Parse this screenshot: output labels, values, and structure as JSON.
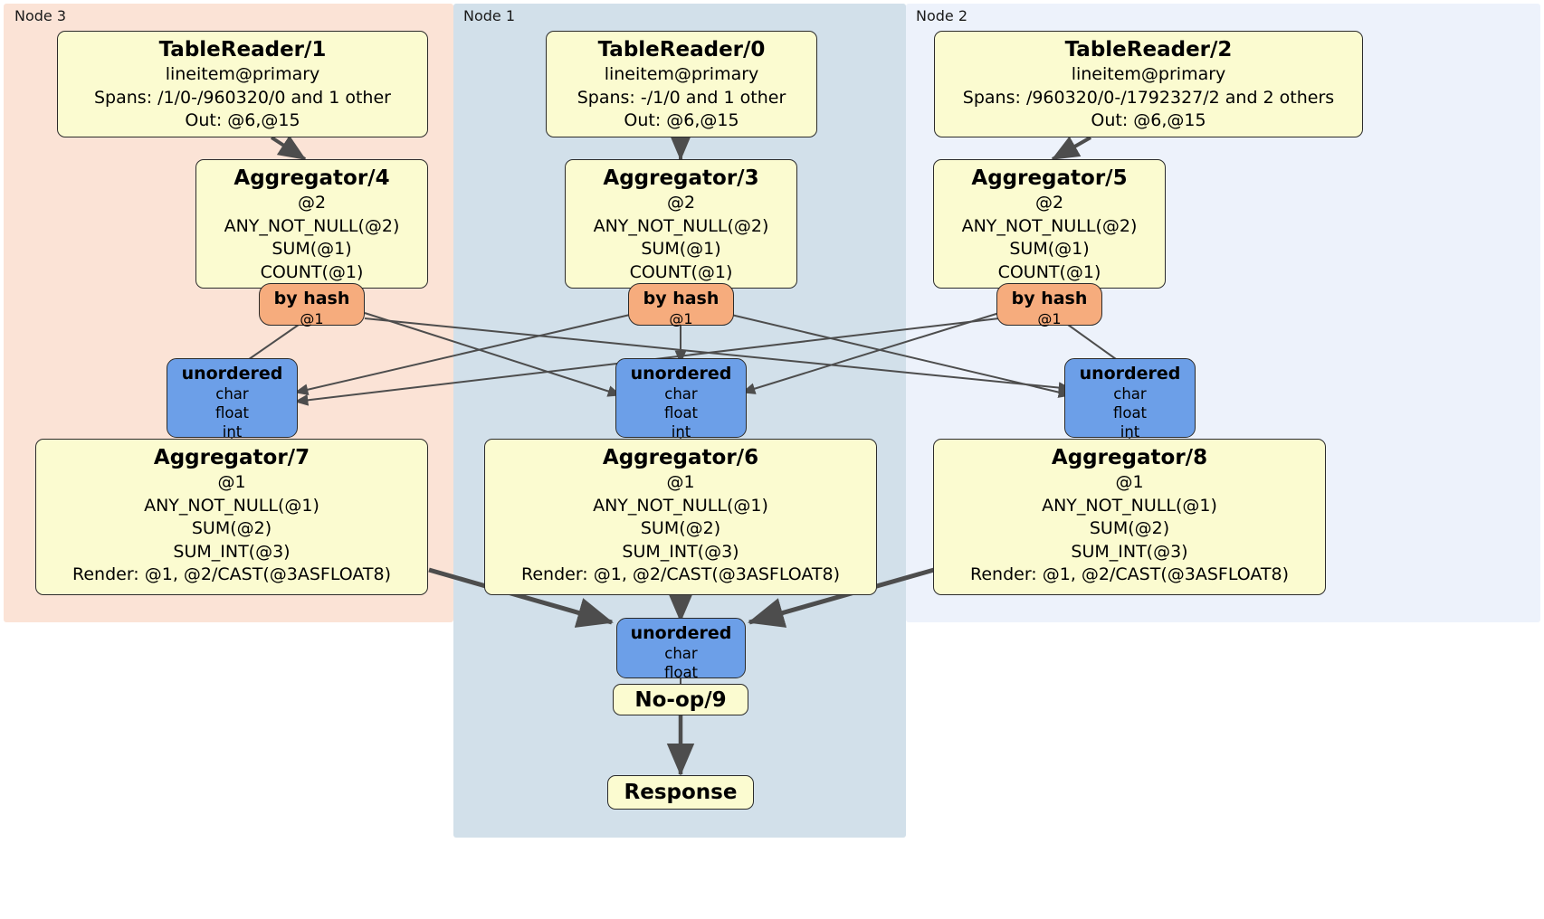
{
  "diagram": {
    "title": "Distributed query plan",
    "colors": {
      "node3_panel": "#fbe3d6",
      "node1_panel": "#d2e0ea",
      "node2_panel": "#edf2fb",
      "processor_fill": "#fbfbd0",
      "router_fill": "#f6ac7d",
      "synchronizer_fill": "#6c9fe8",
      "stroke": "#2b2b2b",
      "edge": "#4d4d4d"
    }
  },
  "panels": [
    {
      "id": "node3",
      "label": "Node 3"
    },
    {
      "id": "node1",
      "label": "Node 1"
    },
    {
      "id": "node2",
      "label": "Node 2"
    }
  ],
  "table_readers": {
    "tr1": {
      "title": "TableReader/1",
      "line1": "lineitem@primary",
      "line2": "Spans: /1/0-/960320/0 and 1 other",
      "line3": "Out: @6,@15"
    },
    "tr0": {
      "title": "TableReader/0",
      "line1": "lineitem@primary",
      "line2": "Spans: -/1/0 and 1 other",
      "line3": "Out: @6,@15"
    },
    "tr2": {
      "title": "TableReader/2",
      "line1": "lineitem@primary",
      "line2": "Spans: /960320/0-/1792327/2 and 2 others",
      "line3": "Out: @6,@15"
    }
  },
  "aggregators_stage1": {
    "agg4": {
      "title": "Aggregator/4",
      "line1": "@2",
      "line2": "ANY_NOT_NULL(@2)",
      "line3": "SUM(@1)",
      "line4": "COUNT(@1)"
    },
    "agg3": {
      "title": "Aggregator/3",
      "line1": "@2",
      "line2": "ANY_NOT_NULL(@2)",
      "line3": "SUM(@1)",
      "line4": "COUNT(@1)"
    },
    "agg5": {
      "title": "Aggregator/5",
      "line1": "@2",
      "line2": "ANY_NOT_NULL(@2)",
      "line3": "SUM(@1)",
      "line4": "COUNT(@1)"
    }
  },
  "routers": {
    "r4": {
      "title": "by hash",
      "line1": "@1"
    },
    "r3": {
      "title": "by hash",
      "line1": "@1"
    },
    "r5": {
      "title": "by hash",
      "line1": "@1"
    }
  },
  "synchronizers_stage1": {
    "s7": {
      "title": "unordered",
      "line1": "char",
      "line2": "float",
      "line3": "int"
    },
    "s6": {
      "title": "unordered",
      "line1": "char",
      "line2": "float",
      "line3": "int"
    },
    "s8": {
      "title": "unordered",
      "line1": "char",
      "line2": "float",
      "line3": "int"
    }
  },
  "aggregators_stage2": {
    "agg7": {
      "title": "Aggregator/7",
      "line1": "@1",
      "line2": "ANY_NOT_NULL(@1)",
      "line3": "SUM(@2)",
      "line4": "SUM_INT(@3)",
      "line5": "Render: @1, @2/CAST(@3ASFLOAT8)"
    },
    "agg6": {
      "title": "Aggregator/6",
      "line1": "@1",
      "line2": "ANY_NOT_NULL(@1)",
      "line3": "SUM(@2)",
      "line4": "SUM_INT(@3)",
      "line5": "Render: @1, @2/CAST(@3ASFLOAT8)"
    },
    "agg8": {
      "title": "Aggregator/8",
      "line1": "@1",
      "line2": "ANY_NOT_NULL(@1)",
      "line3": "SUM(@2)",
      "line4": "SUM_INT(@3)",
      "line5": "Render: @1, @2/CAST(@3ASFLOAT8)"
    }
  },
  "final": {
    "sync_final": {
      "title": "unordered",
      "line1": "char",
      "line2": "float"
    },
    "noop": {
      "title": "No-op/9"
    },
    "response": {
      "title": "Response"
    }
  }
}
